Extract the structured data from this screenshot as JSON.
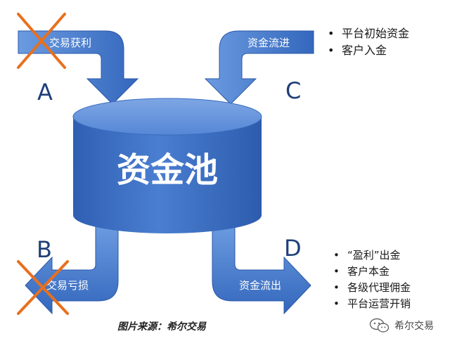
{
  "pool_label": "资金池",
  "flows": {
    "a": {
      "letter": "A",
      "label": "交易获利",
      "crossed": true
    },
    "b": {
      "letter": "B",
      "label": "交易亏损",
      "crossed": true
    },
    "c": {
      "letter": "C",
      "label": "资金流进",
      "items": [
        "平台初始资金",
        "客户入金"
      ]
    },
    "d": {
      "letter": "D",
      "label": "资金流出",
      "items": [
        "“盈利”出金",
        "客户本金",
        "各级代理佣金",
        "平台运营开销"
      ]
    }
  },
  "caption": "图片来源：希尔交易",
  "watermark": {
    "text": "希尔交易",
    "icon": "wechat-icon"
  },
  "colors": {
    "arrow_light": "#4F84D6",
    "arrow_dark": "#2E5EAE",
    "pool_top": "#5B8DD9",
    "pool_body": "#3F70C7",
    "cross": "#E8701E",
    "letter": "#1F3F78"
  }
}
